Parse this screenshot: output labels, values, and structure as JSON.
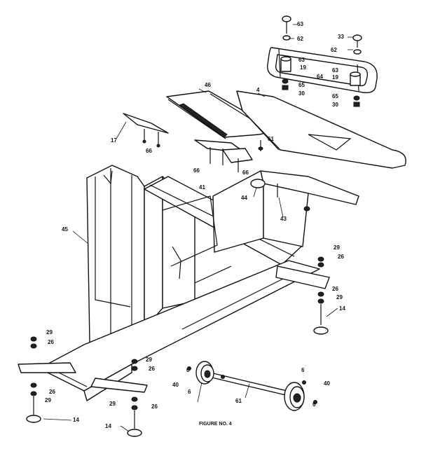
{
  "figure": {
    "caption": "FIGURE NO. 4"
  },
  "labels": [
    {
      "id": "n63a",
      "text": "63"
    },
    {
      "id": "n62a",
      "text": "62"
    },
    {
      "id": "n33",
      "text": "33"
    },
    {
      "id": "n62b",
      "text": "62"
    },
    {
      "id": "n63b",
      "text": "63"
    },
    {
      "id": "n19a",
      "text": "19"
    },
    {
      "id": "n64",
      "text": "64"
    },
    {
      "id": "n63c",
      "text": "63"
    },
    {
      "id": "n19b",
      "text": "19"
    },
    {
      "id": "n65a",
      "text": "65"
    },
    {
      "id": "n30a",
      "text": "30"
    },
    {
      "id": "n65b",
      "text": "65"
    },
    {
      "id": "n30b",
      "text": "30"
    },
    {
      "id": "n46a",
      "text": "46"
    },
    {
      "id": "n4",
      "text": "4"
    },
    {
      "id": "n17",
      "text": "17"
    },
    {
      "id": "n66a",
      "text": "66"
    },
    {
      "id": "n61",
      "text": "61"
    },
    {
      "id": "n66b",
      "text": "66"
    },
    {
      "id": "n66c",
      "text": "66"
    },
    {
      "id": "n41",
      "text": "41"
    },
    {
      "id": "n44",
      "text": "44"
    },
    {
      "id": "n43",
      "text": "43"
    },
    {
      "id": "n45",
      "text": "45"
    },
    {
      "id": "n29a",
      "text": "29"
    },
    {
      "id": "n26a",
      "text": "26"
    },
    {
      "id": "n26b",
      "text": "26"
    },
    {
      "id": "n29b",
      "text": "29"
    },
    {
      "id": "n14a",
      "text": "14"
    },
    {
      "id": "n29c",
      "text": "29"
    },
    {
      "id": "n26c",
      "text": "26"
    },
    {
      "id": "n29d",
      "text": "29"
    },
    {
      "id": "n26d",
      "text": "26"
    },
    {
      "id": "n26e",
      "text": "26"
    },
    {
      "id": "n29e",
      "text": "29"
    },
    {
      "id": "n14b",
      "text": "14"
    },
    {
      "id": "n29f",
      "text": "29"
    },
    {
      "id": "n26f",
      "text": "26"
    },
    {
      "id": "n14c",
      "text": "14"
    },
    {
      "id": "n6a",
      "text": "6"
    },
    {
      "id": "n40a",
      "text": "40"
    },
    {
      "id": "n6b",
      "text": "6"
    },
    {
      "id": "n61b",
      "text": "61"
    },
    {
      "id": "n6c",
      "text": "6"
    },
    {
      "id": "n40b",
      "text": "40"
    },
    {
      "id": "n6d",
      "text": "6"
    }
  ]
}
